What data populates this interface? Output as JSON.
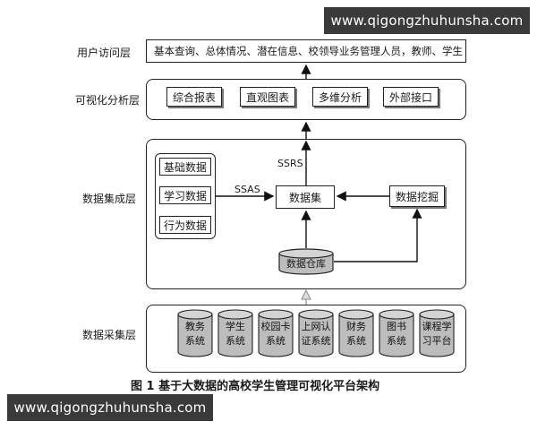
{
  "watermark_top": "www.qigongzhuhunsha.com",
  "watermark_bottom": "www.qigongzhuhunsha.com",
  "layers": {
    "user_access": {
      "label": "用户访问层",
      "content": "基本查询、总体情况、潜在信息、校领导业务管理人员，教师、学生"
    },
    "visual_analysis": {
      "label": "可视化分析层",
      "boxes": [
        "综合报表",
        "直观图表",
        "多维分析",
        "外部接口"
      ]
    },
    "data_integration": {
      "label": "数据集成层",
      "sources": [
        "基础数据",
        "学习数据",
        "行为数据"
      ],
      "ssas": "SSAS",
      "ssrs": "SSRS",
      "dataset": "数据集",
      "mining": "数据挖掘",
      "warehouse": "数据仓库"
    },
    "data_collection": {
      "label": "数据采集层",
      "systems": [
        {
          "line1": "教务",
          "line2": "系统"
        },
        {
          "line1": "学生",
          "line2": "系统"
        },
        {
          "line1": "校园卡",
          "line2": "系统"
        },
        {
          "line1": "上网认",
          "line2": "证系统"
        },
        {
          "line1": "财务",
          "line2": "系统"
        },
        {
          "line1": "图书",
          "line2": "系统"
        },
        {
          "line1": "课程学",
          "line2": "习平台"
        }
      ]
    }
  },
  "caption": "图 1    基于大数据的高校学生管理可视化平台架构",
  "colors": {
    "line": "#222222",
    "cylinder_fill": "#bdbdbd",
    "watermark_bg": "#3a3a3a"
  }
}
